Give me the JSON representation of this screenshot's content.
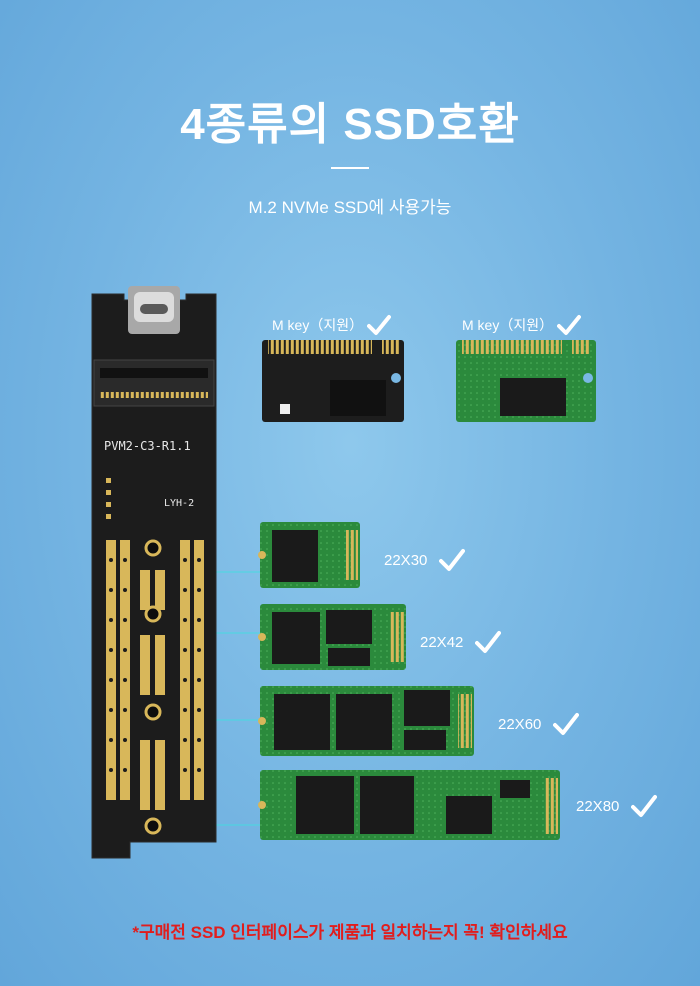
{
  "header": {
    "title": "4종류의 SSD호환",
    "subtitle": "M.2 NVMe SSD에 사용가능"
  },
  "adapter_board": {
    "model_label": "PVM2-C3-R1.1",
    "sub_label": "LYH-2"
  },
  "key_types": [
    {
      "label": "M key（지원）"
    },
    {
      "label": "M key（지원）"
    }
  ],
  "ssd_sizes": [
    {
      "label": "22X30"
    },
    {
      "label": "22X42"
    },
    {
      "label": "22X60"
    },
    {
      "label": "22X80"
    }
  ],
  "icons": {
    "check": "check-icon"
  },
  "colors": {
    "title_text": "#ffffff",
    "footnote_text": "#e11d1d",
    "pcb_green": "#2c8a3e",
    "gold_contact": "#d8b75a"
  },
  "footnote": "*구매전 SSD 인터페이스가 제품과 일치하는지 꼭! 확인하세요"
}
